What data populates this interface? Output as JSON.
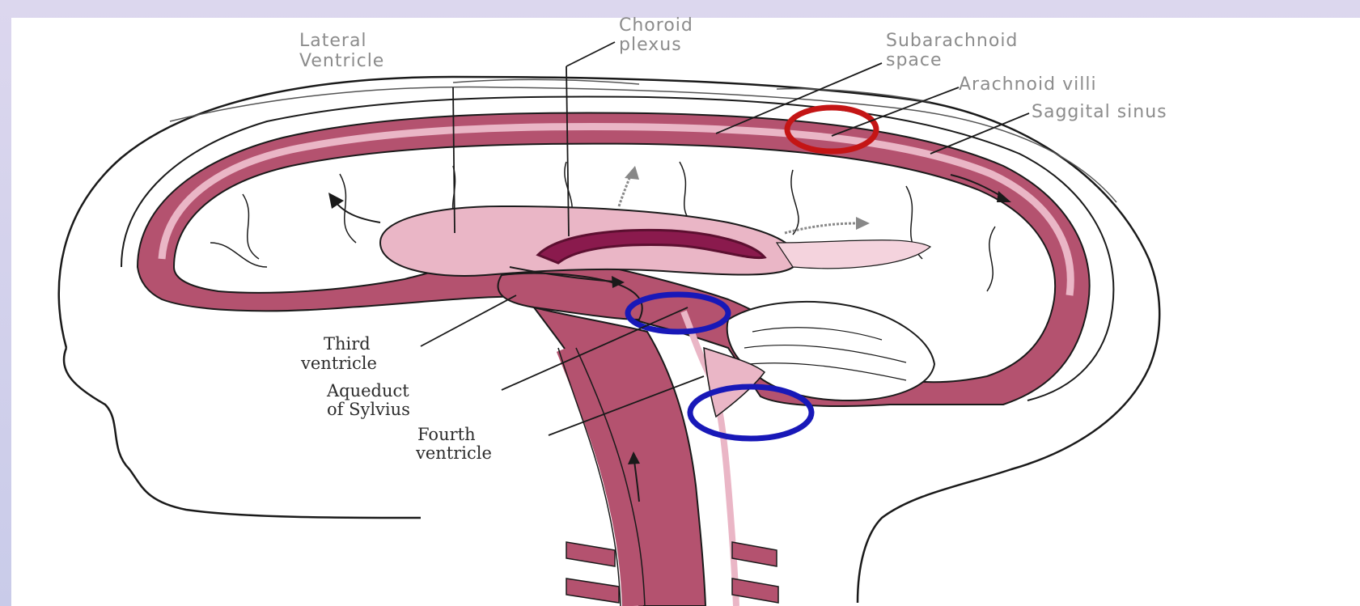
{
  "labels": {
    "lateral_ventricle": [
      "Lateral",
      "Ventricle"
    ],
    "choroid_plexus": [
      "Choroid",
      "plexus"
    ],
    "subarachnoid_space": [
      "Subarachnoid",
      "space"
    ],
    "arachnoid_villi": "Arachnoid villi",
    "saggital_sinus": "Saggital sinus",
    "third_ventricle": [
      "Third",
      "ventricle"
    ],
    "aqueduct_of_sylvius": [
      "Aqueduct",
      "of Sylvius"
    ],
    "fourth_ventricle": [
      "Fourth",
      "ventricle"
    ]
  },
  "colors": {
    "background": "#dcd7ee",
    "tissue_pink": "#b4526f",
    "tissue_light": "#eab6c6",
    "brain_white": "#ffffff",
    "choroid_dark": "#8a1a4d",
    "highlight_red": "#c41515",
    "highlight_blue": "#1818b8",
    "outline": "#1a1a1a"
  }
}
